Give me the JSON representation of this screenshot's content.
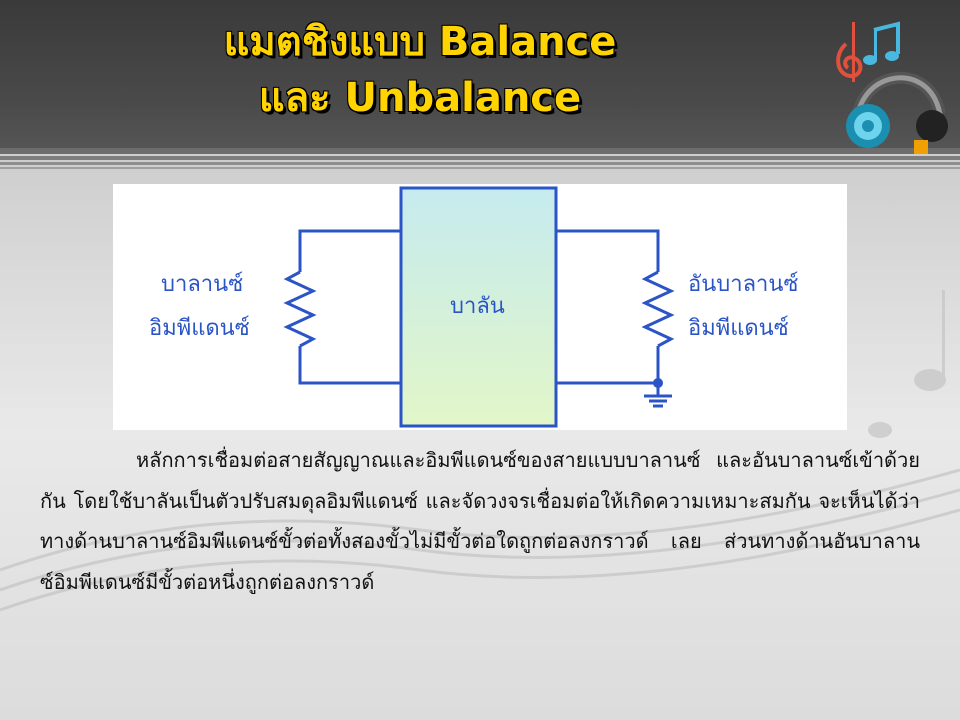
{
  "slide": {
    "title_line1": "แมตชิงแบบ Balance",
    "title_line2": "และ Unbalance"
  },
  "diagram": {
    "left_label_line1": "บาลานซ์",
    "left_label_line2": "อิมพีแดนซ์",
    "center_label": "บาลัน",
    "right_label_line1": "อันบาลานซ์",
    "right_label_line2": "อิมพีแดนซ์",
    "colors": {
      "wire": "#2b55c7",
      "box_fill": "#ddf3c6",
      "box_fill_top": "#c6ebef"
    },
    "icons": [
      "resistor-left",
      "resistor-right",
      "ground-symbol"
    ]
  },
  "body": {
    "paragraph": "หลักการเชื่อมต่อสายสัญญาณและอิมพีแดนซ์ของสายแบบบาลานซ์ และอันบาลานซ์เข้าด้วยกัน โดยใช้บาลันเป็นตัวปรับสมดุลอิมพีแดนซ์ และจัดวงจรเชื่อมต่อให้เกิดความเหมาะสมกัน จะเห็นได้ว่าทางด้านบาลานซ์อิมพีแดนซ์ขั้วต่อทั้งสองขั้วไม่มีขั้วต่อใดถูกต่อลงกราวด์ เลย ส่วนทางด้านอันบาลานซ์อิมพีแดนซ์มีขั้วต่อหนึ่งถูกต่อลงกราวด์"
  },
  "decor": {
    "header_icon": "headphones-music-icon",
    "accent": "#ffd400"
  }
}
